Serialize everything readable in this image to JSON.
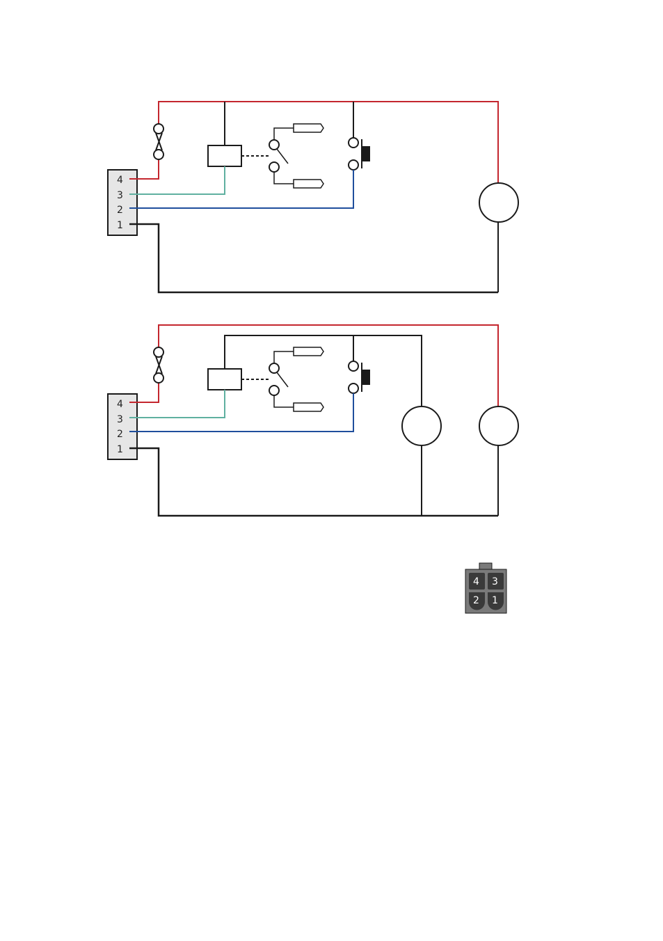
{
  "colors": {
    "red_wire": "#c4262e",
    "teal_wire": "#5fb0a0",
    "blue_wire": "#1f4e9c",
    "black_wire": "#1a1a1a",
    "connector_fill": "#e6e6e6",
    "plug_body": "#7a7a7a",
    "plug_pin": "#3a3a3a"
  },
  "diagram_top": {
    "pins": [
      "4",
      "3",
      "2",
      "1"
    ]
  },
  "diagram_bottom": {
    "pins": [
      "4",
      "3",
      "2",
      "1"
    ]
  },
  "plug": {
    "pins": [
      "4",
      "3",
      "2",
      "1"
    ]
  }
}
